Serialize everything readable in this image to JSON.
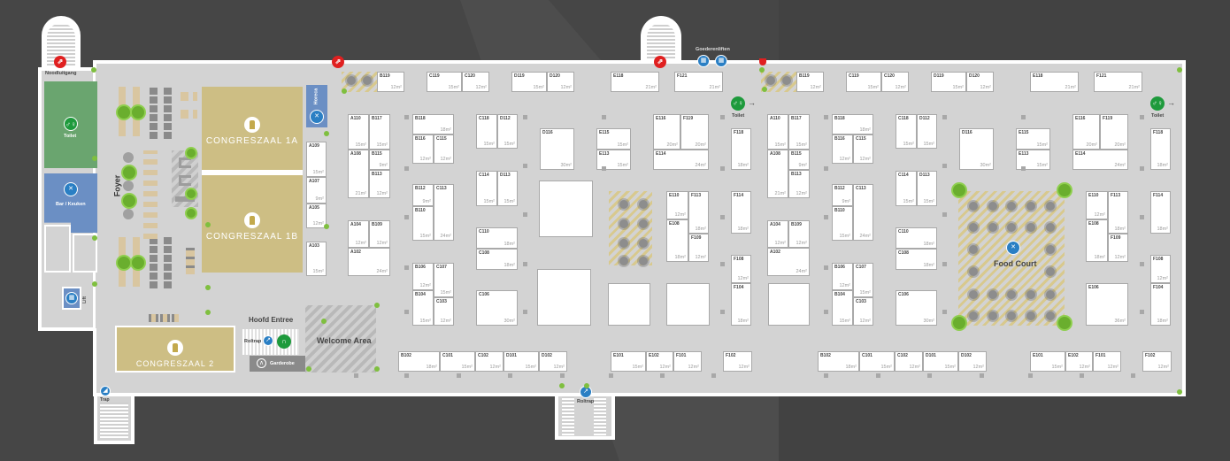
{
  "labels": {
    "noodluitgang": "Noodluitgang",
    "goederenliften": "Goederenliften",
    "toilet_left": "Toilet",
    "toilet_mid": "Toilet",
    "toilet_right": "Toilet",
    "bar": "Bar / Keuken",
    "horeca": "Horeca",
    "foyer": "Foyer",
    "lift": "Lift",
    "trap": "Trap",
    "hoofd_entree": "Hoofd Entree",
    "roltrap_entrance": "Roltrap",
    "roltrap_bottom": "Roltrap",
    "garderobe": "Garderobe",
    "welcome": "Welcome Area",
    "food_court": "Food Court"
  },
  "rooms": {
    "c1a": "CONGRESZAAL 1A",
    "c1b": "CONGRESZAAL 1B",
    "c2": "CONGRESZAAL 2"
  },
  "congress_side_booths": [
    {
      "id": "A109",
      "size": "15m²"
    },
    {
      "id": "A107",
      "size": "9m²"
    },
    {
      "id": "A105",
      "size": "12m²"
    },
    {
      "id": "A103",
      "size": "15m²"
    }
  ],
  "hall_west": {
    "booths": [
      {
        "id": "B119",
        "size": "12m²"
      },
      {
        "id": "C119",
        "size": "15m²"
      },
      {
        "id": "C120",
        "size": "12m²"
      },
      {
        "id": "D119",
        "size": "15m²"
      },
      {
        "id": "D120",
        "size": "12m²"
      },
      {
        "id": "E118",
        "size": "21m²"
      },
      {
        "id": "F121",
        "size": "21m²"
      },
      {
        "id": "A110",
        "size": "15m²"
      },
      {
        "id": "B117",
        "size": "15m²"
      },
      {
        "id": "A108",
        "size": "21m²"
      },
      {
        "id": "B115",
        "size": "9m²"
      },
      {
        "id": "B113",
        "size": "12m²"
      },
      {
        "id": "B118",
        "size": "18m²"
      },
      {
        "id": "B116",
        "size": "12m²"
      },
      {
        "id": "C115",
        "size": "12m²"
      },
      {
        "id": "C118",
        "size": "15m²"
      },
      {
        "id": "D112",
        "size": "15m²"
      },
      {
        "id": "D116",
        "size": "30m²"
      },
      {
        "id": "E115",
        "size": "15m²"
      },
      {
        "id": "E113",
        "size": "15m²"
      },
      {
        "id": "E116",
        "size": "20m²"
      },
      {
        "id": "F119",
        "size": "20m²"
      },
      {
        "id": "E114",
        "size": "24m²"
      },
      {
        "id": "F118",
        "size": "18m²"
      },
      {
        "id": "B112",
        "size": "9m²"
      },
      {
        "id": "C113",
        "size": "24m²"
      },
      {
        "id": "B110",
        "size": "15m²"
      },
      {
        "id": "C114",
        "size": "15m²"
      },
      {
        "id": "D113",
        "size": "15m²"
      },
      {
        "id": "E110",
        "size": "12m²"
      },
      {
        "id": "F113",
        "size": "18m²"
      },
      {
        "id": "E108",
        "size": "18m²"
      },
      {
        "id": "F109",
        "size": "12m²"
      },
      {
        "id": "F114",
        "size": "18m²"
      },
      {
        "id": "A104",
        "size": "12m²"
      },
      {
        "id": "B109",
        "size": "12m²"
      },
      {
        "id": "A102",
        "size": "24m²"
      },
      {
        "id": "C110",
        "size": "18m²"
      },
      {
        "id": "C108",
        "size": "18m²"
      },
      {
        "id": "F108",
        "size": "12m²"
      },
      {
        "id": "F104",
        "size": "18m²"
      },
      {
        "id": "B106",
        "size": "12m²"
      },
      {
        "id": "C107",
        "size": "15m²"
      },
      {
        "id": "B104",
        "size": "15m²"
      },
      {
        "id": "C103",
        "size": "12m²"
      },
      {
        "id": "C106",
        "size": "30m²"
      },
      {
        "id": "B102",
        "size": "18m²"
      },
      {
        "id": "C101",
        "size": "15m²"
      },
      {
        "id": "C102",
        "size": "12m²"
      },
      {
        "id": "D101",
        "size": "15m²"
      },
      {
        "id": "D102",
        "size": "12m²"
      },
      {
        "id": "E101",
        "size": "15m²"
      },
      {
        "id": "E102",
        "size": "12m²"
      },
      {
        "id": "F101",
        "size": "12m²"
      },
      {
        "id": "F102",
        "size": "12m²"
      }
    ]
  },
  "hall_east": {
    "booths": [
      {
        "id": "B119",
        "size": "12m²"
      },
      {
        "id": "C119",
        "size": "15m²"
      },
      {
        "id": "C120",
        "size": "12m²"
      },
      {
        "id": "D119",
        "size": "15m²"
      },
      {
        "id": "D120",
        "size": "12m²"
      },
      {
        "id": "E118",
        "size": "21m²"
      },
      {
        "id": "F121",
        "size": "21m²"
      },
      {
        "id": "A110",
        "size": "15m²"
      },
      {
        "id": "B117",
        "size": "15m²"
      },
      {
        "id": "A108",
        "size": "21m²"
      },
      {
        "id": "B115",
        "size": "9m²"
      },
      {
        "id": "B113",
        "size": "12m²"
      },
      {
        "id": "B118",
        "size": "18m²"
      },
      {
        "id": "B116",
        "size": "12m²"
      },
      {
        "id": "C115",
        "size": "12m²"
      },
      {
        "id": "C118",
        "size": "15m²"
      },
      {
        "id": "D112",
        "size": "15m²"
      },
      {
        "id": "D116",
        "size": "30m²"
      },
      {
        "id": "E115",
        "size": "15m²"
      },
      {
        "id": "E113",
        "size": "15m²"
      },
      {
        "id": "E116",
        "size": "20m²"
      },
      {
        "id": "F119",
        "size": "20m²"
      },
      {
        "id": "E114",
        "size": "24m²"
      },
      {
        "id": "F118",
        "size": "18m²"
      },
      {
        "id": "B112",
        "size": "9m²"
      },
      {
        "id": "C113",
        "size": "24m²"
      },
      {
        "id": "B110",
        "size": "15m²"
      },
      {
        "id": "C114",
        "size": "15m²"
      },
      {
        "id": "D113",
        "size": "15m²"
      },
      {
        "id": "E110",
        "size": "12m²"
      },
      {
        "id": "F113",
        "size": "18m²"
      },
      {
        "id": "E108",
        "size": "18m²"
      },
      {
        "id": "F109",
        "size": "12m²"
      },
      {
        "id": "F114",
        "size": "18m²"
      },
      {
        "id": "A104",
        "size": "12m²"
      },
      {
        "id": "B109",
        "size": "12m²"
      },
      {
        "id": "A102",
        "size": "24m²"
      },
      {
        "id": "C110",
        "size": "18m²"
      },
      {
        "id": "C108",
        "size": "18m²"
      },
      {
        "id": "F108",
        "size": "12m²"
      },
      {
        "id": "F104",
        "size": "18m²"
      },
      {
        "id": "B106",
        "size": "12m²"
      },
      {
        "id": "C107",
        "size": "15m²"
      },
      {
        "id": "B104",
        "size": "15m²"
      },
      {
        "id": "C103",
        "size": "12m²"
      },
      {
        "id": "C106",
        "size": "30m²"
      },
      {
        "id": "B102",
        "size": "18m²"
      },
      {
        "id": "C101",
        "size": "15m²"
      },
      {
        "id": "C102",
        "size": "12m²"
      },
      {
        "id": "D101",
        "size": "15m²"
      },
      {
        "id": "D102",
        "size": "12m²"
      },
      {
        "id": "E101",
        "size": "15m²"
      },
      {
        "id": "E102",
        "size": "12m²"
      },
      {
        "id": "F101",
        "size": "12m²"
      },
      {
        "id": "F102",
        "size": "12m²"
      },
      {
        "id": "E106",
        "size": "36m²"
      }
    ]
  },
  "colors": {
    "background": "#464646",
    "floor": "#d3d3d3",
    "congress": "#cdbe84",
    "toilet_area": "#6aa56f",
    "bar_area": "#6b8fc4",
    "exit": "#e02020",
    "info_blue": "#2a7fc4",
    "toilet_icon": "#1e9a3c"
  }
}
